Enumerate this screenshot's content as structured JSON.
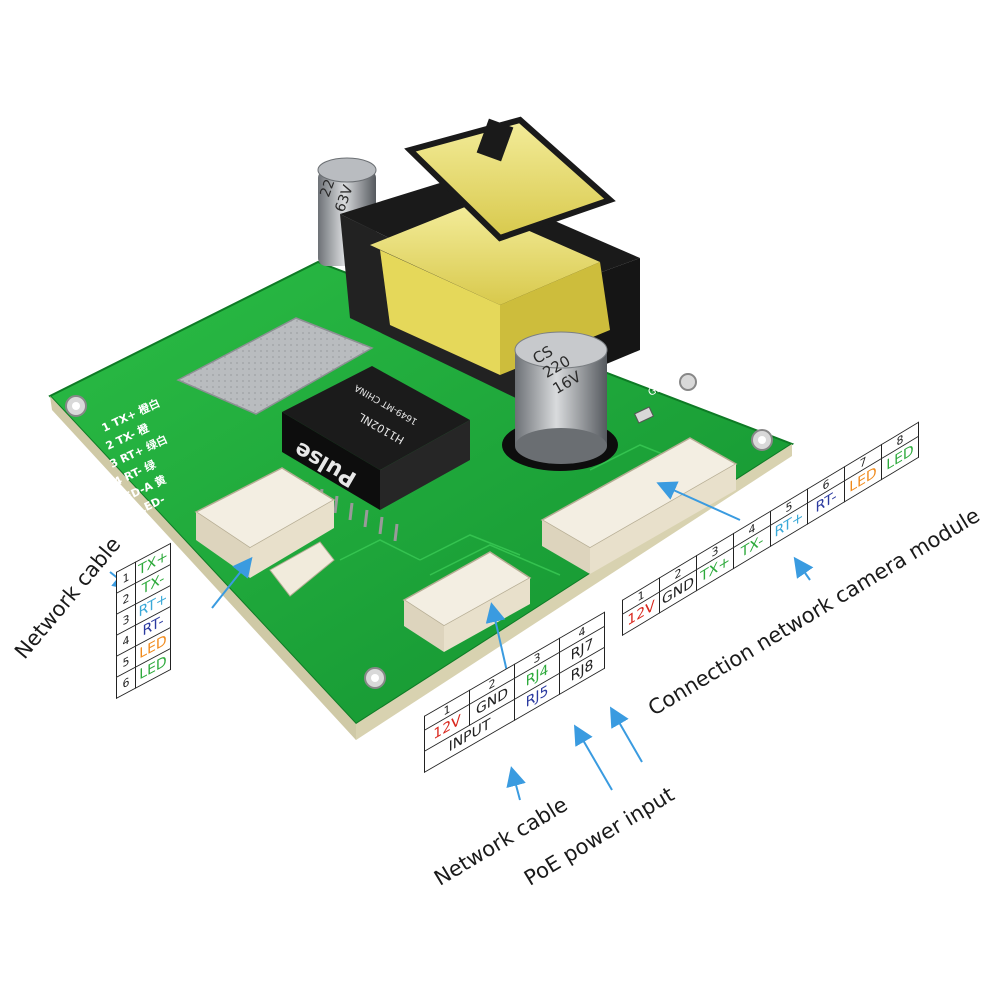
{
  "board": {
    "transformer_cap": {
      "line1": "22",
      "line2": "63V"
    },
    "main_cap": {
      "line1": "CS",
      "line2": "220",
      "line3": "16V"
    },
    "chip": {
      "brand": "Pulse",
      "line1": "H1102NL",
      "line2": "1649-MT CHINA"
    },
    "silk_left": [
      "1 TX+ 橙白",
      "2 TX- 橙",
      "3 RT+ 绿白",
      "4 RT- 绿",
      "LED-A 黄",
      "LED-"
    ],
    "silk_gnd": "GND"
  },
  "labels": {
    "network_cable_left": "Network cable",
    "network_cable_bottom": "Network cable",
    "poe_power_input": "PoE power input",
    "connection_camera": "Connection network camera module"
  },
  "table_left": {
    "rows": [
      {
        "num": "1",
        "signal": "TX+",
        "color": "#2eaa3c"
      },
      {
        "num": "2",
        "signal": "TX-",
        "color": "#2eaa3c"
      },
      {
        "num": "3",
        "signal": "RT+",
        "color": "#3aa9d8"
      },
      {
        "num": "4",
        "signal": "RT-",
        "color": "#2b3aa0"
      },
      {
        "num": "5",
        "signal": "LED",
        "color": "#f08a1c"
      },
      {
        "num": "6",
        "signal": "LED",
        "color": "#2eaa3c"
      }
    ]
  },
  "table_bottom": {
    "numbers": [
      "1",
      "2",
      "3",
      "4"
    ],
    "row1": [
      {
        "text": "12V",
        "color": "#d9261c"
      },
      {
        "text": "GND",
        "color": "#222222"
      },
      {
        "text": "RJ4",
        "color": "#2eaa3c"
      },
      {
        "text": "RJ7",
        "color": "#222222"
      }
    ],
    "row2": [
      {
        "text": "INPUT",
        "color": "#222222"
      },
      {
        "text": "RJ5",
        "color": "#2b3aa0"
      },
      {
        "text": "RJ8",
        "color": "#222222"
      }
    ]
  },
  "table_right": {
    "numbers": [
      "1",
      "2",
      "3",
      "4",
      "5",
      "6",
      "7",
      "8"
    ],
    "signals": [
      {
        "text": "12V",
        "color": "#d9261c"
      },
      {
        "text": "GND",
        "color": "#222222"
      },
      {
        "text": "TX+",
        "color": "#2eaa3c"
      },
      {
        "text": "TX-",
        "color": "#2eaa3c"
      },
      {
        "text": "RT+",
        "color": "#3aa9d8"
      },
      {
        "text": "RT-",
        "color": "#2b3aa0"
      },
      {
        "text": "LED",
        "color": "#f08a1c"
      },
      {
        "text": "LED",
        "color": "#2eaa3c"
      }
    ]
  },
  "colors": {
    "pcb": "#1fa83a",
    "pcb_dark": "#12852a",
    "arrow": "#3a9be0"
  }
}
